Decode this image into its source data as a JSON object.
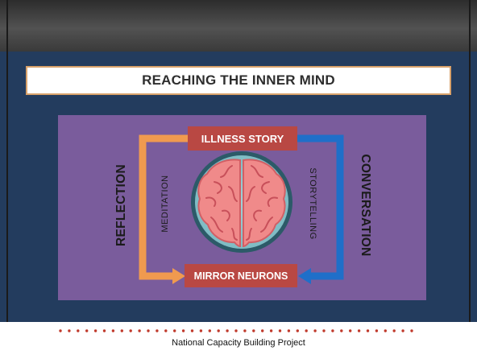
{
  "slide": {
    "title": "REACHING THE INNER MIND"
  },
  "diagram": {
    "top_box": "ILLNESS STORY",
    "bottom_box": "MIRROR NEURONS",
    "left_outer": "REFLECTION",
    "left_inner": "MEDITATION",
    "right_outer": "CONVERSATION",
    "right_inner": "STORYTELLING",
    "center_icon": "brain-icon"
  },
  "footer": {
    "text": "National Capacity Building Project"
  },
  "colors": {
    "background": "#233c5e",
    "panel": "#7a5c9c",
    "box": "#b94843",
    "left_arrow": "#f09a4f",
    "right_arrow": "#1f6fc9",
    "title_border": "#d9a26b",
    "footer_dots": "#c0392b"
  }
}
